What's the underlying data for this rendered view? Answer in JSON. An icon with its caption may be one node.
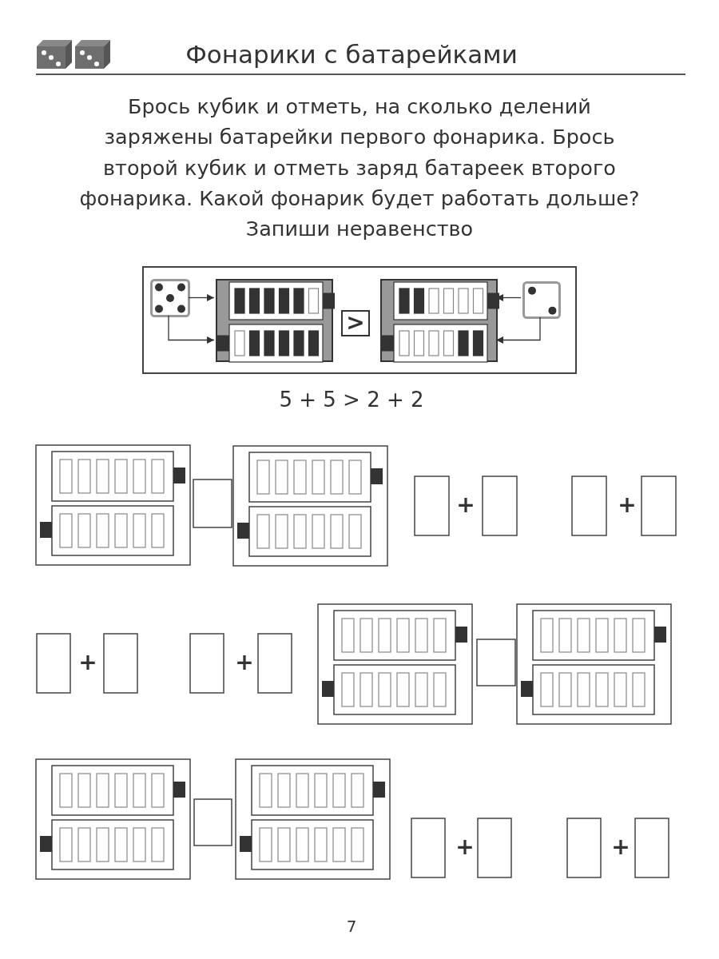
{
  "diagram": {
    "title": "Фонарики с батарейками",
    "nodes": [
      {
        "text": [],
        "shape": "box"
      },
      {
        "text": [],
        "shape": "picture",
        "in": 0
      },
      {
        "text": [],
        "shape": "box",
        "in": 0
      },
      {
        "text": [],
        "shape": "box",
        "in": 2
      },
      {
        "text": [],
        "shape": "box",
        "in": 2
      },
      {
        "text": [
          ">"
        ],
        "in": 0
      },
      {
        "text": [],
        "shape": "box",
        "in": 0
      },
      {
        "text": [],
        "shape": "box",
        "in": 6
      },
      {
        "text": [],
        "shape": "box",
        "in": 6
      },
      {
        "text": [],
        "shape": "picture",
        "in": 0
      }
    ],
    "edges": [
      {
        "from": 1,
        "to": 3,
        "arrow": "to"
      },
      {
        "from": 1,
        "to": 4,
        "arrow": "to"
      },
      {
        "from": 9,
        "to": 7,
        "arrow": "to"
      },
      {
        "from": 9,
        "to": 8,
        "arrow": "to"
      }
    ],
    "labels": [
      "Брось кубик и отметь, на сколько делений заряжены батарейки первого фонарика. Брось второй кубик и отметь заряд батареек второго фонарика. Какой фонарик будет работать дольше? Запиши неравенство",
      "5 + 5 > 2 + 2",
      "+",
      "+",
      "+",
      "+",
      "+",
      "+",
      "7"
    ]
  }
}
